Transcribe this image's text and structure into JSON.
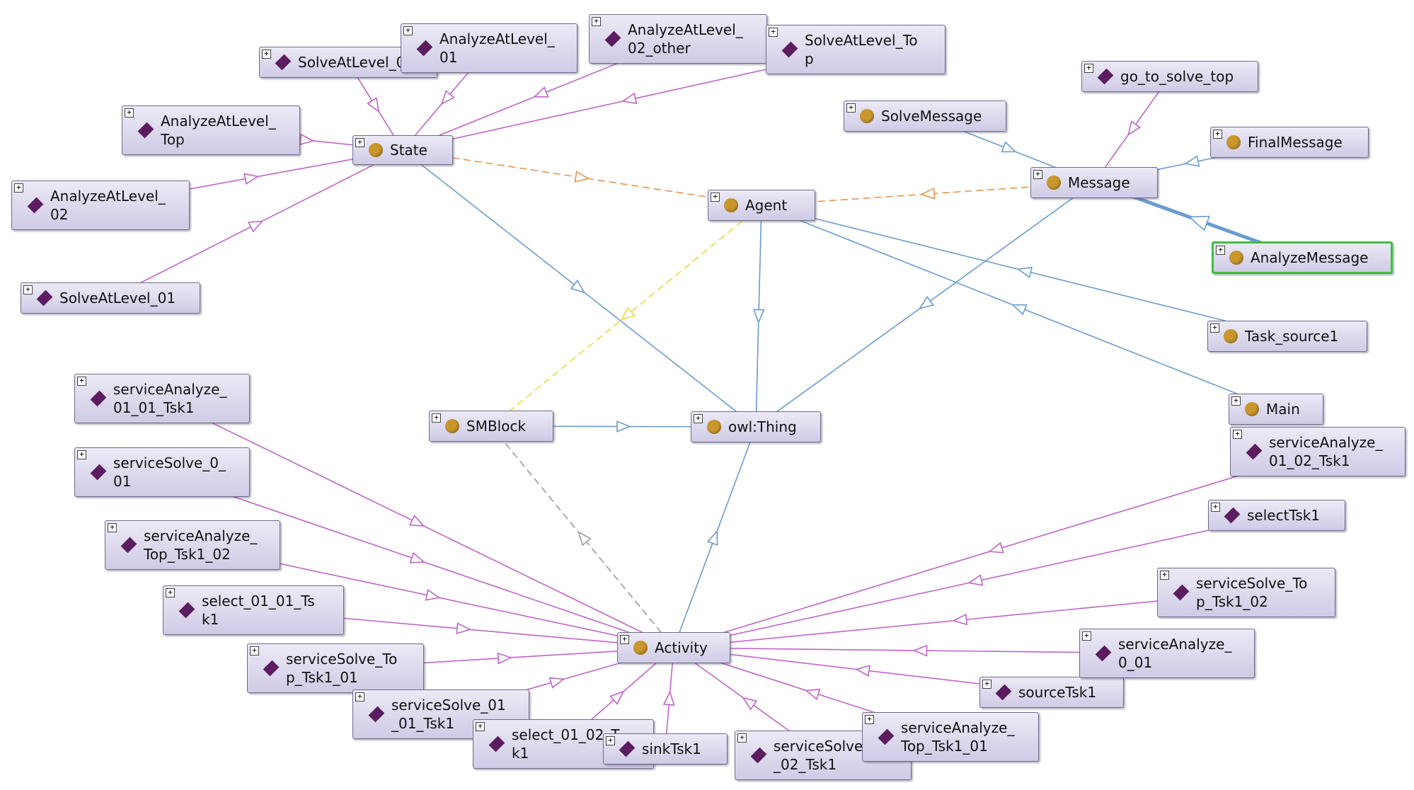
{
  "colors": {
    "subclass": "#6b9bd0",
    "instance": "#c064c8",
    "property_orange": "#e8944e",
    "property_yellow": "#ead83b",
    "property_gray": "#9a9a9a",
    "selected_border": "#3fbf3f",
    "class_dot": "#c9972b",
    "individual_diamond": "#5c1c60"
  },
  "nodes": [
    {
      "id": "state",
      "kind": "class",
      "label": "State"
    },
    {
      "id": "agent",
      "kind": "class",
      "label": "Agent"
    },
    {
      "id": "message",
      "kind": "class",
      "label": "Message"
    },
    {
      "id": "solvemessage",
      "kind": "class",
      "label": "SolveMessage"
    },
    {
      "id": "finalmessage",
      "kind": "class",
      "label": "FinalMessage"
    },
    {
      "id": "analyzemessage",
      "kind": "class",
      "label": "AnalyzeMessage",
      "selected": true
    },
    {
      "id": "task_source1",
      "kind": "class",
      "label": "Task_source1"
    },
    {
      "id": "main",
      "kind": "class",
      "label": "Main"
    },
    {
      "id": "smblock",
      "kind": "class",
      "label": "SMBlock"
    },
    {
      "id": "owlthing",
      "kind": "class",
      "label": "owl:Thing"
    },
    {
      "id": "activity",
      "kind": "class",
      "label": "Activity"
    },
    {
      "id": "solveatlevel_0",
      "kind": "individual",
      "label": "SolveAtLevel_0"
    },
    {
      "id": "analyzeatlevel_01",
      "kind": "individual",
      "label": "AnalyzeAtLevel_\n01"
    },
    {
      "id": "analyzeatlevel_02_other",
      "kind": "individual",
      "label": "AnalyzeAtLevel_\n02_other"
    },
    {
      "id": "solveatlevel_top",
      "kind": "individual",
      "label": "SolveAtLevel_To\np"
    },
    {
      "id": "analyzeatlevel_top",
      "kind": "individual",
      "label": "AnalyzeAtLevel_\nTop"
    },
    {
      "id": "analyzeatlevel_02",
      "kind": "individual",
      "label": "AnalyzeAtLevel_\n02"
    },
    {
      "id": "solveatlevel_01",
      "kind": "individual",
      "label": "SolveAtLevel_01"
    },
    {
      "id": "go_to_solve_top",
      "kind": "individual",
      "label": "go_to_solve_top"
    },
    {
      "id": "serviceanalyze_01_01_tsk1",
      "kind": "individual",
      "label": "serviceAnalyze_\n01_01_Tsk1"
    },
    {
      "id": "servicesolve_0_01",
      "kind": "individual",
      "label": "serviceSolve_0_\n01"
    },
    {
      "id": "serviceanalyze_top_tsk1_02",
      "kind": "individual",
      "label": "serviceAnalyze_\nTop_Tsk1_02"
    },
    {
      "id": "select_01_01_tsk1",
      "kind": "individual",
      "label": "select_01_01_Ts\nk1"
    },
    {
      "id": "servicesolve_top_tsk1_01",
      "kind": "individual",
      "label": "serviceSolve_To\np_Tsk1_01"
    },
    {
      "id": "servicesolve_01_01_tsk1",
      "kind": "individual",
      "label": "serviceSolve_01\n_01_Tsk1"
    },
    {
      "id": "select_01_02_tsk1",
      "kind": "individual",
      "label": "select_01_02_T\nk1"
    },
    {
      "id": "sinktsk1",
      "kind": "individual",
      "label": "sinkTsk1"
    },
    {
      "id": "servicesolve_01_02_tsk1",
      "kind": "individual",
      "label": "serviceSolve_01\n_02_Tsk1"
    },
    {
      "id": "serviceanalyze_top_tsk1_01",
      "kind": "individual",
      "label": "serviceAnalyze_\nTop_Tsk1_01"
    },
    {
      "id": "sourcetsk1",
      "kind": "individual",
      "label": "sourceTsk1"
    },
    {
      "id": "serviceanalyze_0_01",
      "kind": "individual",
      "label": "serviceAnalyze_\n0_01"
    },
    {
      "id": "servicesolve_top_tsk1_02",
      "kind": "individual",
      "label": "serviceSolve_To\np_Tsk1_02"
    },
    {
      "id": "selecttsk1",
      "kind": "individual",
      "label": "selectTsk1"
    },
    {
      "id": "serviceanalyze_01_02_tsk1",
      "kind": "individual",
      "label": "serviceAnalyze_\n01_02_Tsk1"
    }
  ],
  "edges": [
    {
      "from": "state",
      "to": "solveatlevel_0",
      "type": "instance"
    },
    {
      "from": "state",
      "to": "analyzeatlevel_01",
      "type": "instance"
    },
    {
      "from": "state",
      "to": "analyzeatlevel_02_other",
      "type": "instance"
    },
    {
      "from": "state",
      "to": "solveatlevel_top",
      "type": "instance"
    },
    {
      "from": "state",
      "to": "analyzeatlevel_top",
      "type": "instance"
    },
    {
      "from": "state",
      "to": "analyzeatlevel_02",
      "type": "instance"
    },
    {
      "from": "state",
      "to": "solveatlevel_01",
      "type": "instance"
    },
    {
      "from": "message",
      "to": "go_to_solve_top",
      "type": "instance"
    },
    {
      "from": "activity",
      "to": "serviceanalyze_01_01_tsk1",
      "type": "instance"
    },
    {
      "from": "activity",
      "to": "servicesolve_0_01",
      "type": "instance"
    },
    {
      "from": "activity",
      "to": "serviceanalyze_top_tsk1_02",
      "type": "instance"
    },
    {
      "from": "activity",
      "to": "select_01_01_tsk1",
      "type": "instance"
    },
    {
      "from": "activity",
      "to": "servicesolve_top_tsk1_01",
      "type": "instance"
    },
    {
      "from": "activity",
      "to": "servicesolve_01_01_tsk1",
      "type": "instance"
    },
    {
      "from": "activity",
      "to": "select_01_02_tsk1",
      "type": "instance"
    },
    {
      "from": "activity",
      "to": "sinktsk1",
      "type": "instance"
    },
    {
      "from": "activity",
      "to": "servicesolve_01_02_tsk1",
      "type": "instance"
    },
    {
      "from": "activity",
      "to": "serviceanalyze_top_tsk1_01",
      "type": "instance"
    },
    {
      "from": "activity",
      "to": "sourcetsk1",
      "type": "instance"
    },
    {
      "from": "activity",
      "to": "serviceanalyze_0_01",
      "type": "instance"
    },
    {
      "from": "activity",
      "to": "servicesolve_top_tsk1_02",
      "type": "instance"
    },
    {
      "from": "activity",
      "to": "selecttsk1",
      "type": "instance"
    },
    {
      "from": "activity",
      "to": "serviceanalyze_01_02_tsk1",
      "type": "instance"
    },
    {
      "from": "owlthing",
      "to": "state",
      "type": "subclass"
    },
    {
      "from": "owlthing",
      "to": "agent",
      "type": "subclass"
    },
    {
      "from": "owlthing",
      "to": "message",
      "type": "subclass"
    },
    {
      "from": "owlthing",
      "to": "smblock",
      "type": "subclass"
    },
    {
      "from": "owlthing",
      "to": "activity",
      "type": "subclass"
    },
    {
      "from": "agent",
      "to": "task_source1",
      "type": "subclass"
    },
    {
      "from": "agent",
      "to": "main",
      "type": "subclass"
    },
    {
      "from": "message",
      "to": "solvemessage",
      "type": "subclass"
    },
    {
      "from": "message",
      "to": "finalmessage",
      "type": "subclass"
    },
    {
      "from": "message",
      "to": "analyzemessage",
      "type": "subclass",
      "bold": true
    },
    {
      "from": "agent",
      "to": "state",
      "type": "property_orange"
    },
    {
      "from": "agent",
      "to": "message",
      "type": "property_orange"
    },
    {
      "from": "smblock",
      "to": "agent",
      "type": "property_yellow"
    },
    {
      "from": "smblock",
      "to": "activity",
      "type": "property_gray"
    }
  ]
}
